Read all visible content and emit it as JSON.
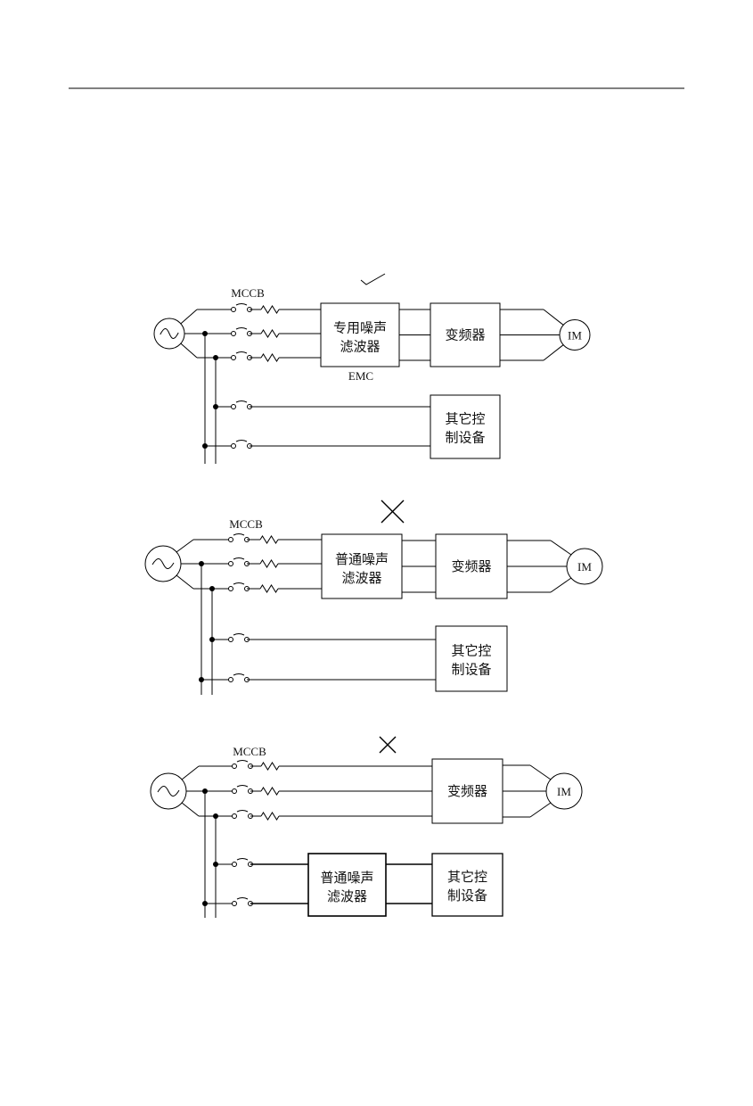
{
  "diagrams": [
    {
      "verdict": "correct",
      "verdict_icon": "check-mark",
      "breaker_label": "MCCB",
      "source_icon": "ac-source",
      "filter_line1": "专用噪声",
      "filter_line2": "滤波器",
      "filter_caption": "EMC",
      "inverter": "变频器",
      "motor": "IM",
      "other_line1": "其它控",
      "other_line2": "制设备"
    },
    {
      "verdict": "wrong",
      "verdict_icon": "cross-mark",
      "breaker_label": "MCCB",
      "source_icon": "ac-source",
      "filter_line1": "普通噪声",
      "filter_line2": "滤波器",
      "inverter": "变频器",
      "motor": "IM",
      "other_line1": "其它控",
      "other_line2": "制设备"
    },
    {
      "verdict": "wrong",
      "verdict_icon": "cross-mark",
      "breaker_label": "MCCB",
      "source_icon": "ac-source",
      "filter_line1": "普通噪声",
      "filter_line2": "滤波器",
      "inverter": "变频器",
      "motor": "IM",
      "other_line1": "其它控",
      "other_line2": "制设备"
    }
  ]
}
